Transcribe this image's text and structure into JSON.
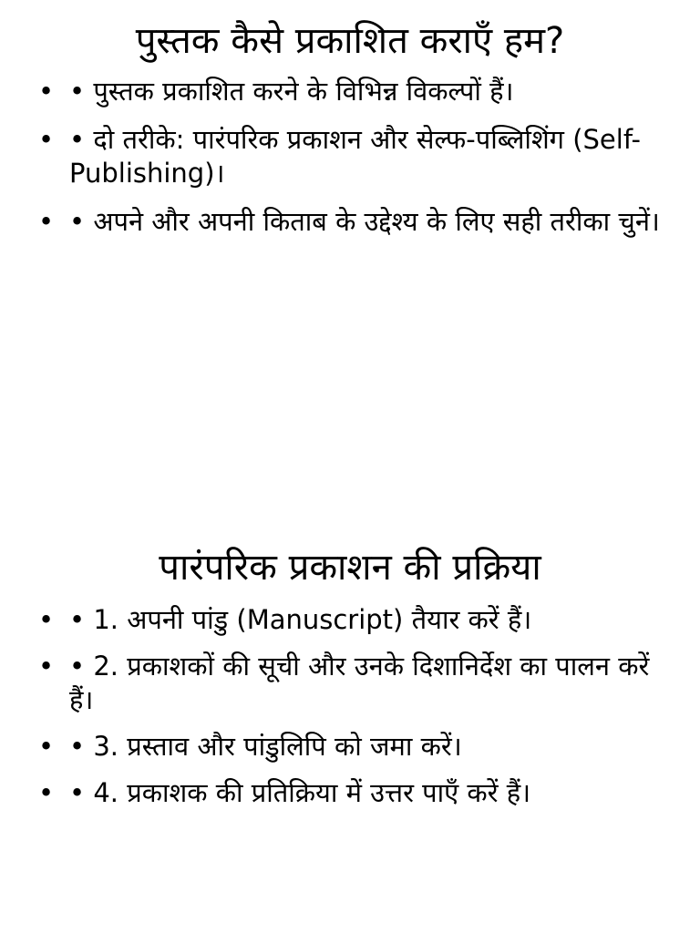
{
  "slides": [
    {
      "title": "पुस्तक कैसे प्रकाशित कराएँ हम?",
      "bullets": [
        "• पुस्तक प्रकाशित करने के विभिन्न विकल्पों हैं।",
        "• दो तरीके: पारंपरिक प्रकाशन और सेल्फ-पब्लिशिंग (Self-Publishing)।",
        "• अपने और अपनी किताब के उद्देश्य के लिए सही तरीका चुनें।"
      ]
    },
    {
      "title": "पारंपरिक प्रकाशन की प्रक्रिया",
      "bullets": [
        "• 1. अपनी पांडु (Manuscript) तैयार करें हैं।",
        "• 2. प्रकाशकों की सूची और उनके दिशानिर्देश का पालन करें हैं।",
        "• 3. प्रस्ताव और पांडुलिपि को जमा करें।",
        "• 4. प्रकाशक की प्रतिक्रिया में उत्तर पाएँ करें हैं।"
      ]
    }
  ],
  "bullet_marker": "•"
}
